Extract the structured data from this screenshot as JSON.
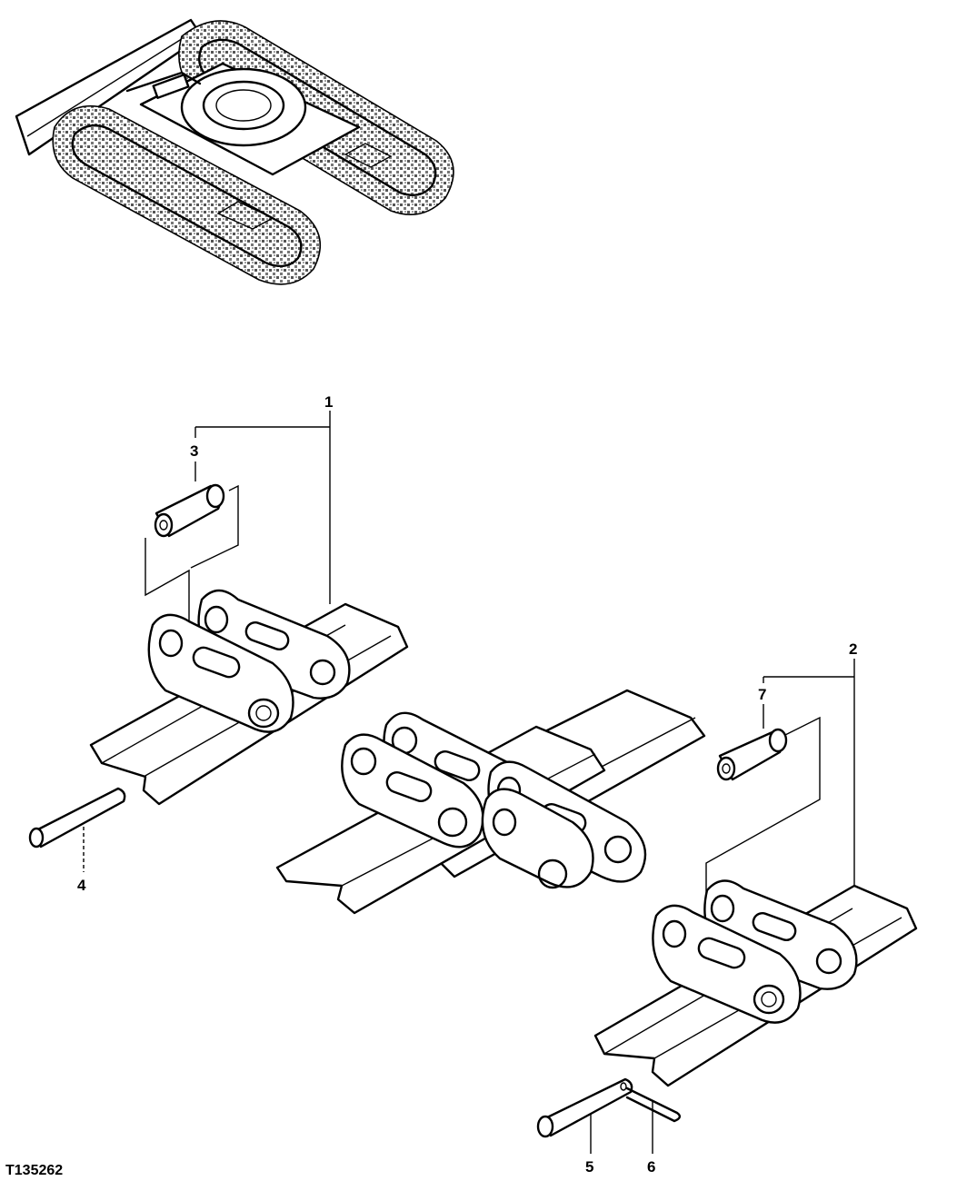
{
  "figure": {
    "identifier": "T135262",
    "callouts": [
      {
        "id": "1",
        "label": "1"
      },
      {
        "id": "2",
        "label": "2"
      },
      {
        "id": "3",
        "label": "3"
      },
      {
        "id": "4",
        "label": "4"
      },
      {
        "id": "5",
        "label": "5"
      },
      {
        "id": "6",
        "label": "6"
      },
      {
        "id": "7",
        "label": "7"
      }
    ]
  }
}
